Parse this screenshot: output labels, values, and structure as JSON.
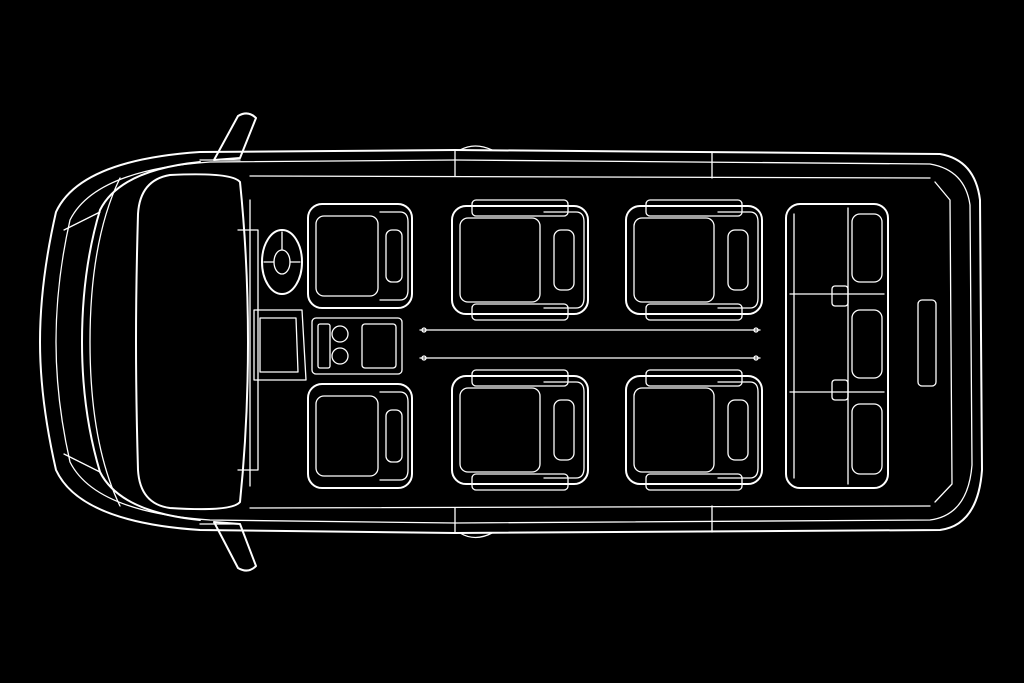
{
  "diagram": {
    "colors": {
      "background": "#000000",
      "line": "#ffffff"
    },
    "layout": {
      "captain_seat_rows": 3,
      "seats_per_row": 2,
      "rear_bench": true,
      "driver_side": "left"
    }
  }
}
